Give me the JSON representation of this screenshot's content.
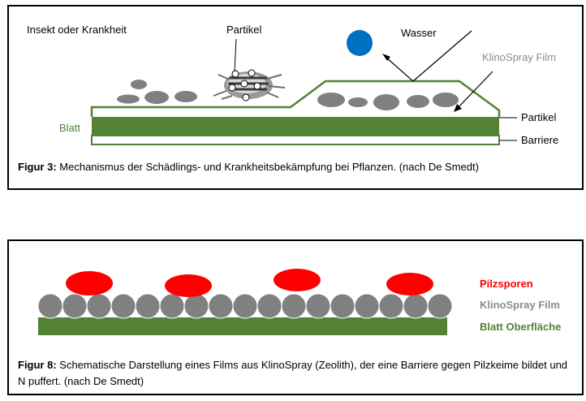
{
  "figure3": {
    "labels": {
      "insect": "Insekt oder Krankheit",
      "particle_top": "Partikel",
      "water": "Wasser",
      "film": "KlinoSpray Film",
      "leaf": "Blatt",
      "particle_side": "Partikel",
      "barrier": "Barriere"
    },
    "caption_prefix": "Figur 3:",
    "caption_text": " Mechanismus der Schädlings- und Krankheitsbekämpfung bei Pflanzen. (nach De Smedt)"
  },
  "figure8": {
    "labels": {
      "spores": "Pilzsporen",
      "film": "KlinoSpray Film",
      "surface": "Blatt Oberfläche"
    },
    "caption_prefix": "Figur 8:",
    "caption_text": " Schematische Darstellung eines Films aus KlinoSpray (Zeolith), der eine Barriere gegen Pilzkeime bildet und N puffert. (nach De Smedt)"
  },
  "colors": {
    "leaf_green": "#548235",
    "outline_green": "#538135",
    "particle_gray": "#808080",
    "film_label_gray": "#8c8c8c",
    "water_blue": "#0070c0",
    "spore_red": "#ff0000"
  }
}
